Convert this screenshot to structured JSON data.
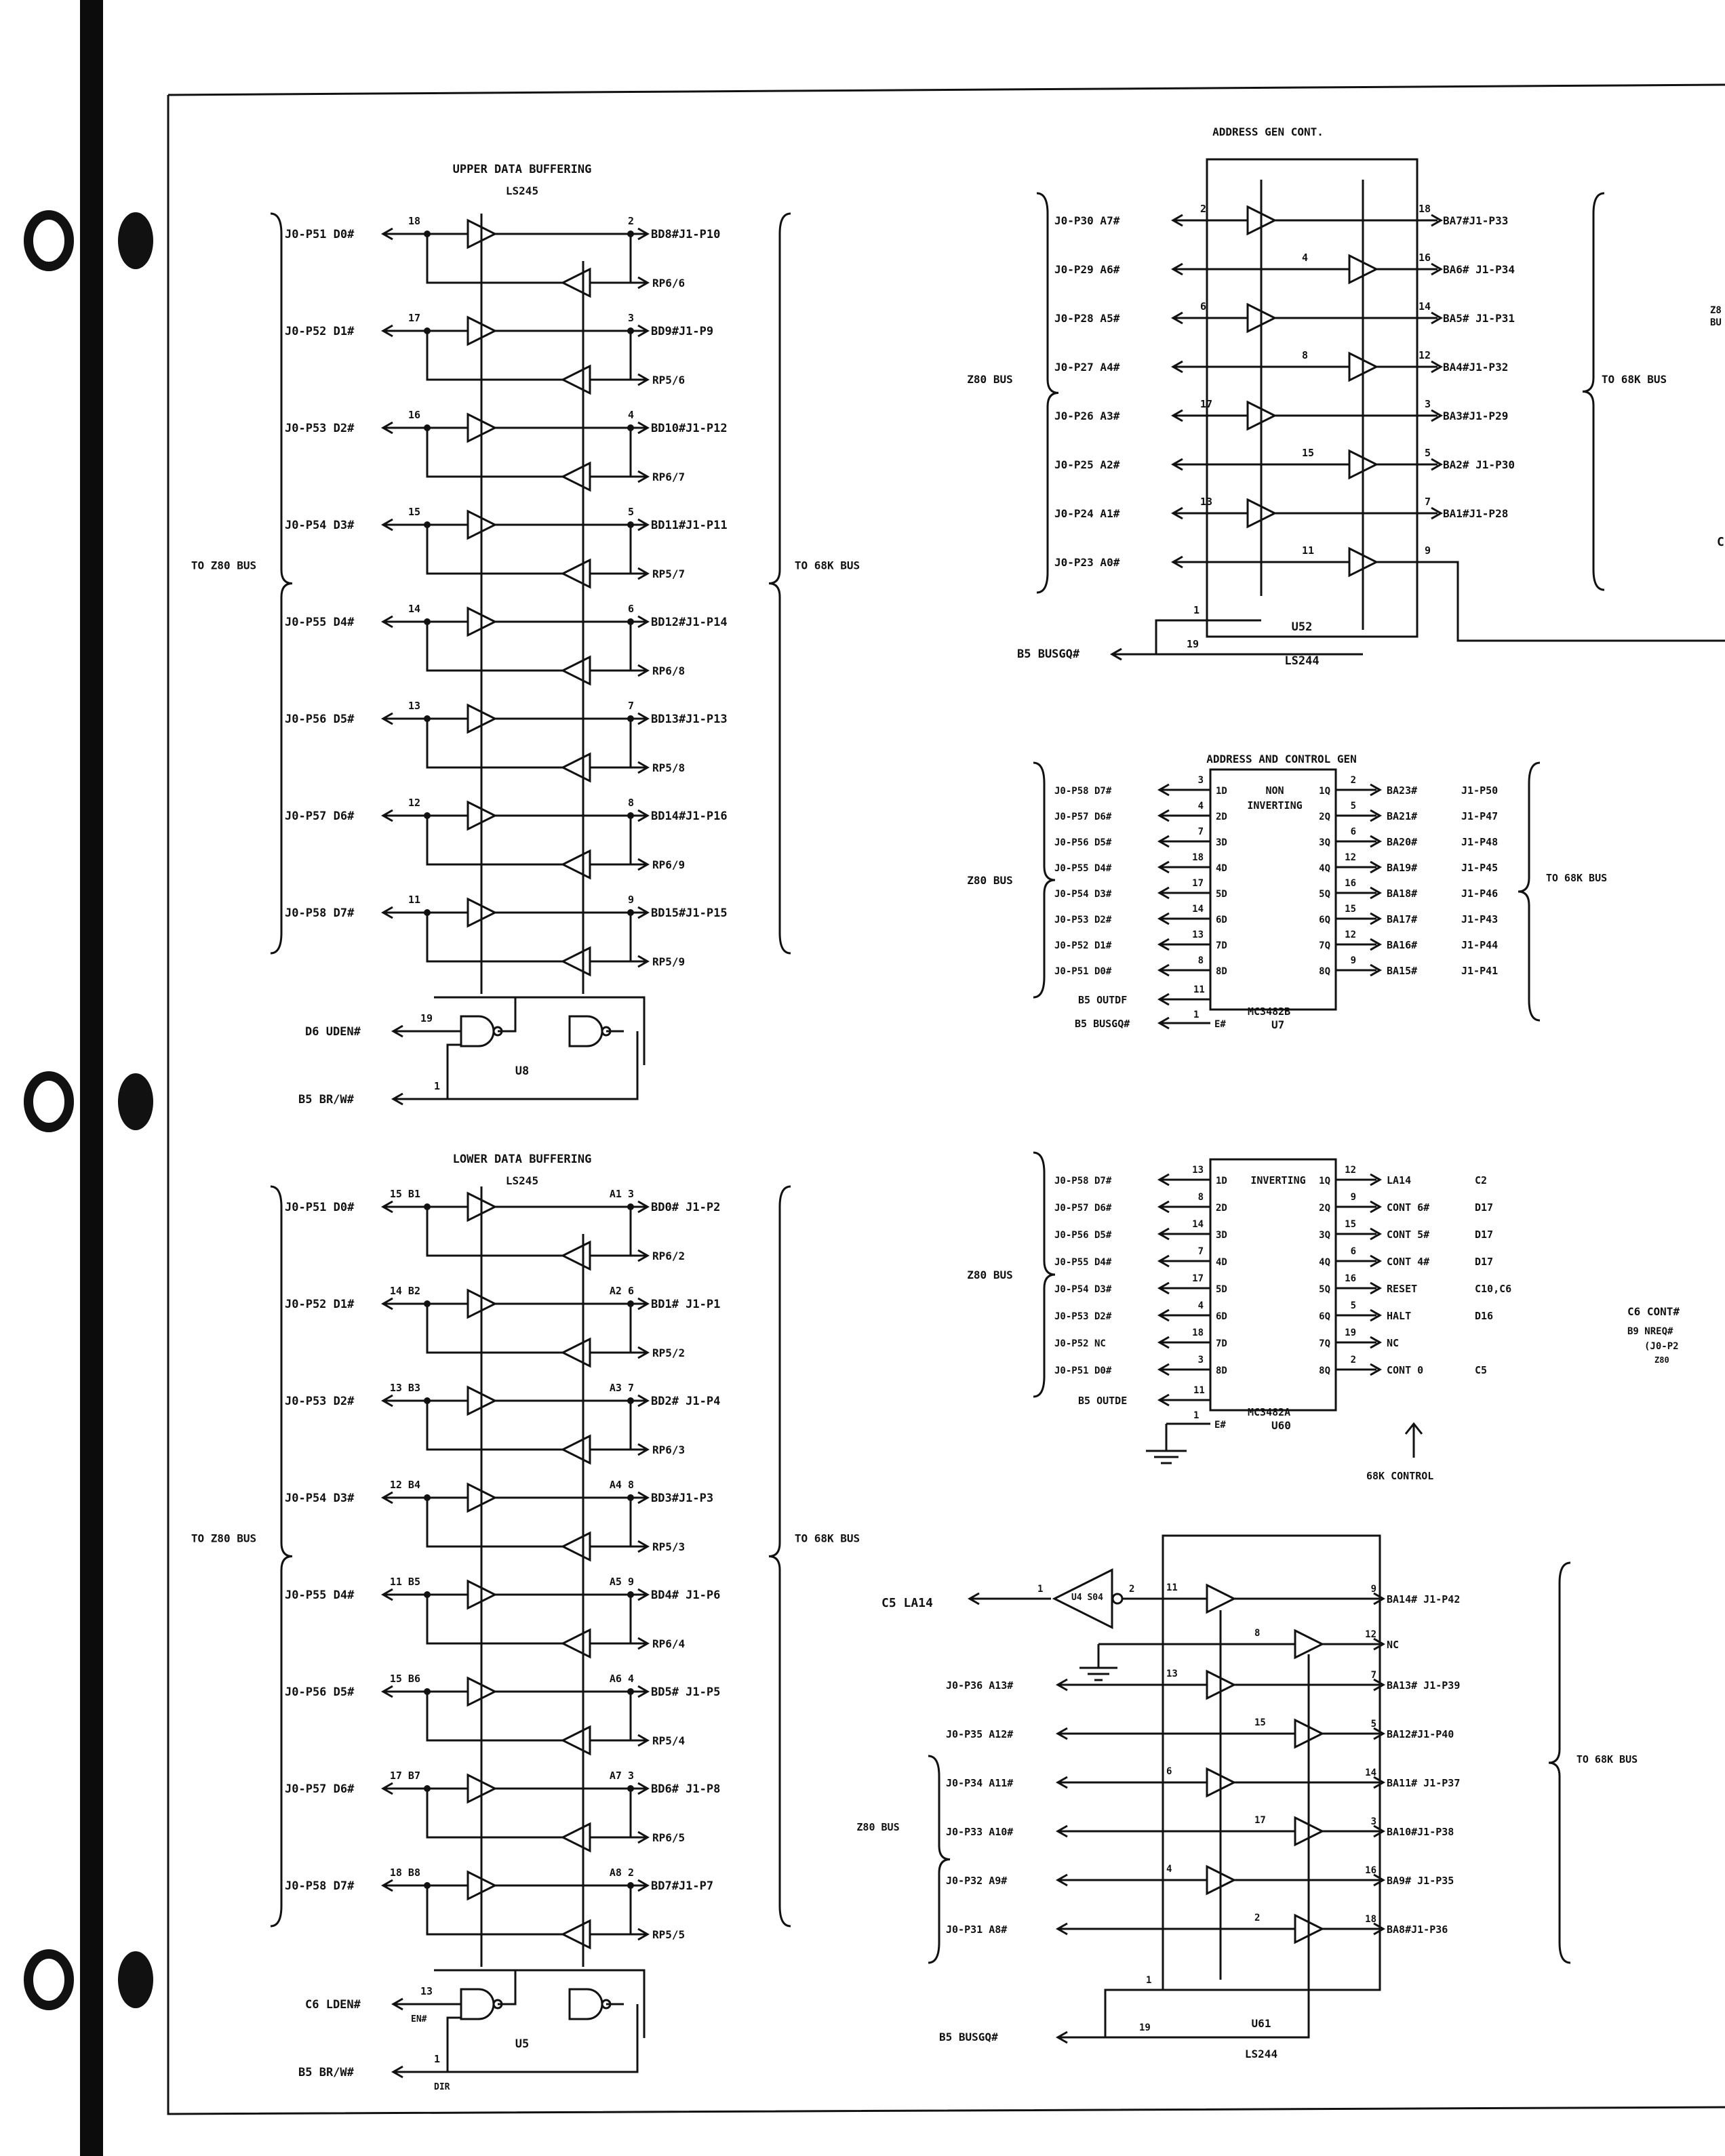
{
  "upper": {
    "title": "UPPER DATA BUFFERING",
    "chip": "LS245",
    "left_bus": "TO Z80 BUS",
    "right_bus": "TO 68K BUS",
    "rows": [
      {
        "l": "J0-P51 D0#",
        "p": "18",
        "o": "2",
        "r": "BD8#J1-P10",
        "rp": "RP6/6"
      },
      {
        "l": "J0-P52 D1#",
        "p": "17",
        "o": "3",
        "r": "BD9#J1-P9",
        "rp": "RP5/6"
      },
      {
        "l": "J0-P53 D2#",
        "p": "16",
        "o": "4",
        "r": "BD10#J1-P12",
        "rp": "RP6/7"
      },
      {
        "l": "J0-P54 D3#",
        "p": "15",
        "o": "5",
        "r": "BD11#J1-P11",
        "rp": "RP5/7"
      },
      {
        "l": "J0-P55 D4#",
        "p": "14",
        "o": "6",
        "r": "BD12#J1-P14",
        "rp": "RP6/8"
      },
      {
        "l": "J0-P56 D5#",
        "p": "13",
        "o": "7",
        "r": "BD13#J1-P13",
        "rp": "RP5/8"
      },
      {
        "l": "J0-P57 D6#",
        "p": "12",
        "o": "8",
        "r": "BD14#J1-P16",
        "rp": "RP6/9"
      },
      {
        "l": "J0-P58 D7#",
        "p": "11",
        "o": "9",
        "r": "BD15#J1-P15",
        "rp": "RP5/9"
      }
    ],
    "ctl1": "D6 UDEN#",
    "ctl1_pin": "19",
    "ctl2": "B5 BR/W#",
    "ctl2_pin": "1",
    "unit": "U8"
  },
  "lower": {
    "title": "LOWER DATA BUFFERING",
    "chip": "LS245",
    "left_bus": "TO Z80 BUS",
    "right_bus": "TO 68K BUS",
    "rows": [
      {
        "l": "J0-P51 D0#",
        "p": "15 B1",
        "o": "A1 3",
        "r": "BD0# J1-P2",
        "rp": "RP6/2"
      },
      {
        "l": "J0-P52 D1#",
        "p": "14 B2",
        "o": "A2 6",
        "r": "BD1# J1-P1",
        "rp": "RP5/2"
      },
      {
        "l": "J0-P53 D2#",
        "p": "13 B3",
        "o": "A3 7",
        "r": "BD2# J1-P4",
        "rp": "RP6/3"
      },
      {
        "l": "J0-P54 D3#",
        "p": "12 B4",
        "o": "A4 8",
        "r": "BD3#J1-P3",
        "rp": "RP5/3"
      },
      {
        "l": "J0-P55 D4#",
        "p": "11 B5",
        "o": "A5 9",
        "r": "BD4# J1-P6",
        "rp": "RP6/4"
      },
      {
        "l": "J0-P56 D5#",
        "p": "15 B6",
        "o": "A6 4",
        "r": "BD5# J1-P5",
        "rp": "RP5/4"
      },
      {
        "l": "J0-P57 D6#",
        "p": "17 B7",
        "o": "A7 3",
        "r": "BD6# J1-P8",
        "rp": "RP6/5"
      },
      {
        "l": "J0-P58 D7#",
        "p": "18 B8",
        "o": "A8 2",
        "r": "BD7#J1-P7",
        "rp": "RP5/5"
      }
    ],
    "ctl1": "C6 LDEN#",
    "ctl1_pin": "13",
    "ctl1_sub": "EN#",
    "ctl2": "B5 BR/W#",
    "ctl2_pin": "1",
    "ctl2_sub": "DIR",
    "unit": "U5"
  },
  "addr": {
    "title": "ADDRESS GEN CONT.",
    "left_bus": "Z80 BUS",
    "right_bus": "TO 68K BUS",
    "rows": [
      {
        "l": "J0-P30 A7#",
        "p": "2",
        "o": "18",
        "r": "BA7#J1-P33"
      },
      {
        "l": "J0-P29 A6#",
        "p": "4",
        "o": "16",
        "r": "BA6# J1-P34"
      },
      {
        "l": "J0-P28 A5#",
        "p": "6",
        "o": "14",
        "r": "BA5# J1-P31"
      },
      {
        "l": "J0-P27 A4#",
        "p": "8",
        "o": "12",
        "r": "BA4#J1-P32"
      },
      {
        "l": "J0-P26 A3#",
        "p": "17",
        "o": "3",
        "r": "BA3#J1-P29"
      },
      {
        "l": "J0-P25 A2#",
        "p": "15",
        "o": "5",
        "r": "BA2# J1-P30"
      },
      {
        "l": "J0-P24 A1#",
        "p": "13",
        "o": "7",
        "r": "BA1#J1-P28"
      },
      {
        "l": "J0-P23 A0#",
        "p": "11",
        "o": "9",
        "r": ""
      }
    ],
    "ctl": "B5 BUSGQ#",
    "pin1": "1",
    "pin19": "19",
    "unit": "U52",
    "chip": "LS244"
  },
  "agen": {
    "title": "ADDRESS AND CONTROL GEN",
    "chip_text1": "NON",
    "chip_text2": "INVERTING",
    "left_bus": "Z80 BUS",
    "right_bus": "TO 68K BUS",
    "rows": [
      {
        "l": "J0-P58 D7#",
        "p": "3",
        "ip": "1D",
        "op": "1Q",
        "o": "2",
        "r": "BA23#",
        "j": "J1-P50"
      },
      {
        "l": "J0-P57 D6#",
        "p": "4",
        "ip": "2D",
        "op": "2Q",
        "o": "5",
        "r": "BA21#",
        "j": "J1-P47"
      },
      {
        "l": "J0-P56 D5#",
        "p": "7",
        "ip": "3D",
        "op": "3Q",
        "o": "6",
        "r": "BA20#",
        "j": "J1-P48"
      },
      {
        "l": "J0-P55 D4#",
        "p": "18",
        "ip": "4D",
        "op": "4Q",
        "o": "12",
        "r": "BA19#",
        "j": "J1-P45"
      },
      {
        "l": "J0-P54 D3#",
        "p": "17",
        "ip": "5D",
        "op": "5Q",
        "o": "16",
        "r": "BA18#",
        "j": "J1-P46"
      },
      {
        "l": "J0-P53 D2#",
        "p": "14",
        "ip": "6D",
        "op": "6Q",
        "o": "15",
        "r": "BA17#",
        "j": "J1-P43"
      },
      {
        "l": "J0-P52 D1#",
        "p": "13",
        "ip": "7D",
        "op": "7Q",
        "o": "12",
        "r": "BA16#",
        "j": "J1-P44"
      },
      {
        "l": "J0-P51 D0#",
        "p": "8",
        "ip": "8D",
        "op": "8Q",
        "o": "9",
        "r": "BA15#",
        "j": "J1-P41"
      }
    ],
    "ctl1": "B5 OUTDF",
    "ctl1_pin": "11",
    "ctl2": "B5 BUSGQ#",
    "ctl2_pin": "1",
    "ctl2_ip": "E#",
    "chip": "MC3482B",
    "unit": "U7"
  },
  "inv": {
    "chip_text": "INVERTING",
    "left_bus": "Z80 BUS",
    "rows": [
      {
        "l": "J0-P58 D7#",
        "p": "13",
        "ip": "1D",
        "op": "1Q",
        "o": "12",
        "r": "LA14",
        "ref": "C2"
      },
      {
        "l": "J0-P57 D6#",
        "p": "8",
        "ip": "2D",
        "op": "2Q",
        "o": "9",
        "r": "CONT 6#",
        "ref": "D17"
      },
      {
        "l": "J0-P56 D5#",
        "p": "14",
        "ip": "3D",
        "op": "3Q",
        "o": "15",
        "r": "CONT 5#",
        "ref": "D17"
      },
      {
        "l": "J0-P55 D4#",
        "p": "7",
        "ip": "4D",
        "op": "4Q",
        "o": "6",
        "r": "CONT 4#",
        "ref": "D17"
      },
      {
        "l": "J0-P54 D3#",
        "p": "17",
        "ip": "5D",
        "op": "5Q",
        "o": "16",
        "r": "RESET",
        "ref": "C10,C6"
      },
      {
        "l": "J0-P53 D2#",
        "p": "4",
        "ip": "6D",
        "op": "6Q",
        "o": "5",
        "r": "HALT",
        "ref": "D16"
      },
      {
        "l": "J0-P52 NC",
        "p": "18",
        "ip": "7D",
        "op": "7Q",
        "o": "19",
        "r": "NC",
        "ref": ""
      },
      {
        "l": "J0-P51 D0#",
        "p": "3",
        "ip": "8D",
        "op": "8Q",
        "o": "2",
        "r": "CONT 0",
        "ref": "C5"
      }
    ],
    "ctl1": "B5 OUTDE",
    "ctl1_pin": "11",
    "ctl2_pin": "1",
    "ctl2_ip": "E#",
    "chip": "MC3482A",
    "unit": "U60",
    "note": "68K CONTROL"
  },
  "u61": {
    "left_bus": "Z80 BUS",
    "right_bus": "TO 68K BUS",
    "la": "C5 LA14",
    "inv_pin_in": "1",
    "inv_pin_out": "2",
    "inv_name": "U4 S04",
    "rows": [
      {
        "l": "",
        "p": "11",
        "o": "9",
        "r": "BA14# J1-P42"
      },
      {
        "l": "",
        "p": "8",
        "o": "12",
        "r": "NC"
      },
      {
        "l": "J0-P36 A13#",
        "p": "13",
        "o": "7",
        "r": "BA13# J1-P39"
      },
      {
        "l": "J0-P35 A12#",
        "p": "15",
        "o": "5",
        "r": "BA12#J1-P40"
      },
      {
        "l": "J0-P34 A11#",
        "p": "6",
        "o": "14",
        "r": "BA11# J1-P37"
      },
      {
        "l": "J0-P33 A10#",
        "p": "17",
        "o": "3",
        "r": "BA10#J1-P38"
      },
      {
        "l": "J0-P32 A9#",
        "p": "4",
        "o": "16",
        "r": "BA9# J1-P35"
      },
      {
        "l": "J0-P31 A8#",
        "p": "2",
        "o": "18",
        "r": "BA8#J1-P36"
      }
    ],
    "ctl": "B5 BUSGQ#",
    "pin1": "1",
    "pin19": "19",
    "unit": "U61",
    "chip": "LS244"
  },
  "edge": {
    "line1": "C6 CONT#",
    "line2": "B9 NREQ#",
    "line3": "(J0-P2",
    "line4": "Z80",
    "top": "Z8",
    "top2": "BU",
    "mid": "C"
  }
}
